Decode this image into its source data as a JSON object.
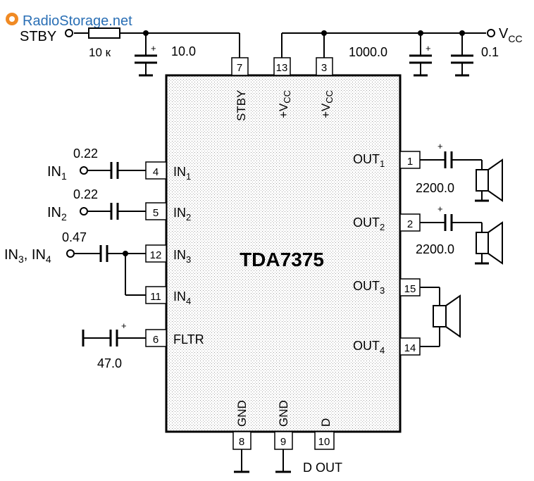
{
  "watermark": "RadioStorage.net",
  "chip": {
    "name": "TDA7375"
  },
  "pins": {
    "p7": "7",
    "p13": "13",
    "p3": "3",
    "p4": "4",
    "p5": "5",
    "p12": "12",
    "p11": "11",
    "p6": "6",
    "p1": "1",
    "p2": "2",
    "p15": "15",
    "p14": "14",
    "p8": "8",
    "p9": "9",
    "p10": "10"
  },
  "pin_labels": {
    "stby": "STBY",
    "vcc_plus": "+V",
    "vcc_sub": "CC",
    "in": "IN",
    "in1_sub": "1",
    "in2_sub": "2",
    "in3_sub": "3",
    "in4_sub": "4",
    "fltr": "FLTR",
    "out": "OUT",
    "out1_sub": "1",
    "out2_sub": "2",
    "out3_sub": "3",
    "out4_sub": "4",
    "gnd": "GND",
    "d": "D"
  },
  "external": {
    "stby_input": "STBY",
    "stby_resistor": "10 к",
    "stby_cap": "10.0",
    "vcc": "V",
    "vcc_sub": "CC",
    "cap_1000": "1000.0",
    "cap_01": "0.1",
    "in1_cap": "0.22",
    "in2_cap": "0.22",
    "in34_cap": "0.47",
    "in1": "IN",
    "in1_sub": "1",
    "in2": "IN",
    "in2_sub": "2",
    "in34_a": "IN",
    "in34_a_sub": "3",
    "in34_sep": ", IN",
    "in34_b_sub": "4",
    "fltr_cap": "47.0",
    "out1_cap": "2200.0",
    "out2_cap": "2200.0",
    "dout": "D OUT",
    "plus": "+"
  }
}
